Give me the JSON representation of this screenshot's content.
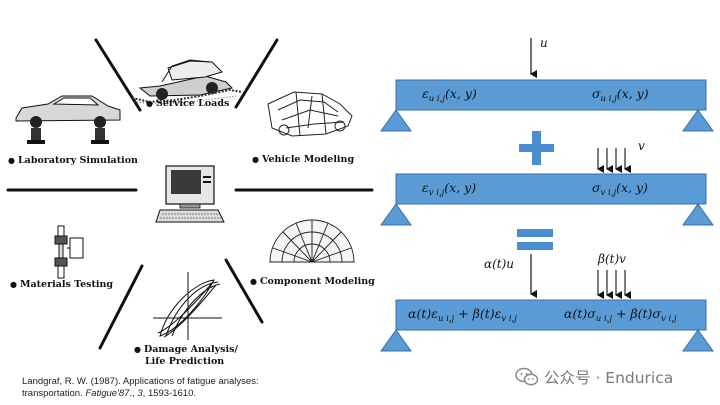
{
  "left_panel": {
    "labels": {
      "service_loads": "Service Loads",
      "laboratory_simulation": "Laboratory Simulation",
      "vehicle_modeling": "Vehicle Modeling",
      "materials_testing": "Materials Testing",
      "component_modeling": "Component Modeling",
      "damage_analysis_line1": "Damage Analysis/",
      "damage_analysis_line2": "Life Prediction"
    },
    "citation": {
      "line1": "Landgraf, R. W. (1987). Applications of fatigue analyses:",
      "line2_start": "transportation. ",
      "journal": "Fatigue'87",
      "sep": "., ",
      "volume": "3",
      "pages": ", 1593-1610."
    }
  },
  "right_panel": {
    "beam1": {
      "load": "u",
      "left_field": "ε_{u i,j}(x, y)",
      "right_field": "σ_{u i,j}(x, y)"
    },
    "plus_symbol": "+",
    "beam2": {
      "load": "v",
      "left_field": "ε_{v i,j}(x, y)",
      "right_field": "σ_{v i,j}(x, y)"
    },
    "equals_symbol": "=",
    "beam3": {
      "left_load": "α(t)u",
      "right_load": "β(t)v",
      "left_field": "α(t)ε_{u i,j} + β(t)ε_{v i,j}",
      "right_field": "α(t)σ_{u i,j} + β(t)σ_{v i,j}"
    }
  },
  "watermark": {
    "text": "公众号 · Endurica",
    "icon": "wechat-icon"
  },
  "colors": {
    "beam_fill": "#5b9bd5",
    "beam_stroke": "#3a6fa6",
    "support_fill": "#5b9bd5",
    "symbol_fill": "#4a8ed0"
  }
}
